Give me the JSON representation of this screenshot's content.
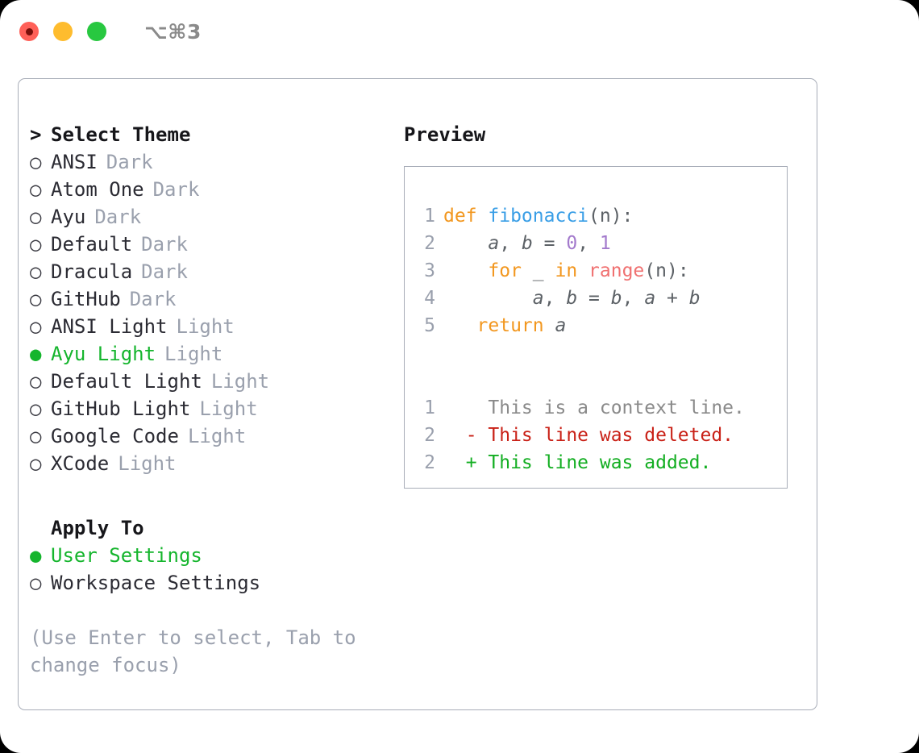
{
  "titlebar": {
    "shortcut": "⌥⌘3",
    "buttons": [
      {
        "name": "close",
        "color": "#ff6058"
      },
      {
        "name": "minimize",
        "color": "#febc2e"
      },
      {
        "name": "zoom",
        "color": "#28c840"
      }
    ]
  },
  "theme_picker": {
    "caret": ">",
    "heading": "Select Theme",
    "marker_off": "○",
    "marker_on": "●",
    "items": [
      {
        "name": "ANSI",
        "category": "Dark",
        "selected": false
      },
      {
        "name": "Atom One",
        "category": "Dark",
        "selected": false
      },
      {
        "name": "Ayu",
        "category": "Dark",
        "selected": false
      },
      {
        "name": "Default",
        "category": "Dark",
        "selected": false
      },
      {
        "name": "Dracula",
        "category": "Dark",
        "selected": false
      },
      {
        "name": "GitHub",
        "category": "Dark",
        "selected": false
      },
      {
        "name": "ANSI Light",
        "category": "Light",
        "selected": false
      },
      {
        "name": "Ayu Light",
        "category": "Light",
        "selected": true
      },
      {
        "name": "Default Light",
        "category": "Light",
        "selected": false
      },
      {
        "name": "GitHub Light",
        "category": "Light",
        "selected": false
      },
      {
        "name": "Google Code",
        "category": "Light",
        "selected": false
      },
      {
        "name": "XCode",
        "category": "Light",
        "selected": false
      }
    ]
  },
  "apply_to": {
    "title": "Apply To",
    "items": [
      {
        "name": "User Settings",
        "selected": true
      },
      {
        "name": "Workspace Settings",
        "selected": false
      }
    ]
  },
  "hint": "(Use Enter to select, Tab to change focus)",
  "preview": {
    "label": "Preview",
    "code_lines": [
      {
        "no": "1",
        "tokens": [
          {
            "t": "def ",
            "c": "kw"
          },
          {
            "t": "fibonacci",
            "c": "fn"
          },
          {
            "t": "(n):",
            "c": "pun"
          }
        ]
      },
      {
        "no": "2",
        "tokens": [
          {
            "t": "    ",
            "c": "pun"
          },
          {
            "t": "a",
            "c": "var"
          },
          {
            "t": ", ",
            "c": "pun"
          },
          {
            "t": "b",
            "c": "var"
          },
          {
            "t": " = ",
            "c": "pun"
          },
          {
            "t": "0",
            "c": "num"
          },
          {
            "t": ", ",
            "c": "pun"
          },
          {
            "t": "1",
            "c": "num"
          }
        ]
      },
      {
        "no": "3",
        "tokens": [
          {
            "t": "    ",
            "c": "pun"
          },
          {
            "t": "for",
            "c": "kw"
          },
          {
            "t": " _ ",
            "c": "pun"
          },
          {
            "t": "in",
            "c": "kw"
          },
          {
            "t": " ",
            "c": "pun"
          },
          {
            "t": "range",
            "c": "call"
          },
          {
            "t": "(n):",
            "c": "pun"
          }
        ]
      },
      {
        "no": "4",
        "tokens": [
          {
            "t": "        ",
            "c": "pun"
          },
          {
            "t": "a",
            "c": "var"
          },
          {
            "t": ", ",
            "c": "pun"
          },
          {
            "t": "b",
            "c": "var"
          },
          {
            "t": " = ",
            "c": "pun"
          },
          {
            "t": "b",
            "c": "var"
          },
          {
            "t": ", ",
            "c": "pun"
          },
          {
            "t": "a",
            "c": "var"
          },
          {
            "t": " + ",
            "c": "pun"
          },
          {
            "t": "b",
            "c": "var"
          }
        ]
      },
      {
        "no": "5",
        "tokens": [
          {
            "t": "   ",
            "c": "pun"
          },
          {
            "t": "return",
            "c": "kw"
          },
          {
            "t": " ",
            "c": "pun"
          },
          {
            "t": "a",
            "c": "var"
          }
        ]
      }
    ],
    "diff_lines": [
      {
        "no": "1",
        "sign": " ",
        "text": " This is a context line.",
        "kind": "ctx"
      },
      {
        "no": "2",
        "sign": "-",
        "text": " This line was deleted.",
        "kind": "del"
      },
      {
        "no": "2",
        "sign": "+",
        "text": " This line was added.",
        "kind": "add"
      }
    ]
  },
  "colors": {
    "accent_green": "#15b52d",
    "muted_gray": "#9aa0ad",
    "border": "#a8adb8",
    "keyword_orange": "#f2971f",
    "function_blue": "#399ee6",
    "number_purple": "#a37acc",
    "call_red": "#f07171",
    "diff_del_red": "#c92117",
    "diff_add_green": "#13ae22"
  }
}
